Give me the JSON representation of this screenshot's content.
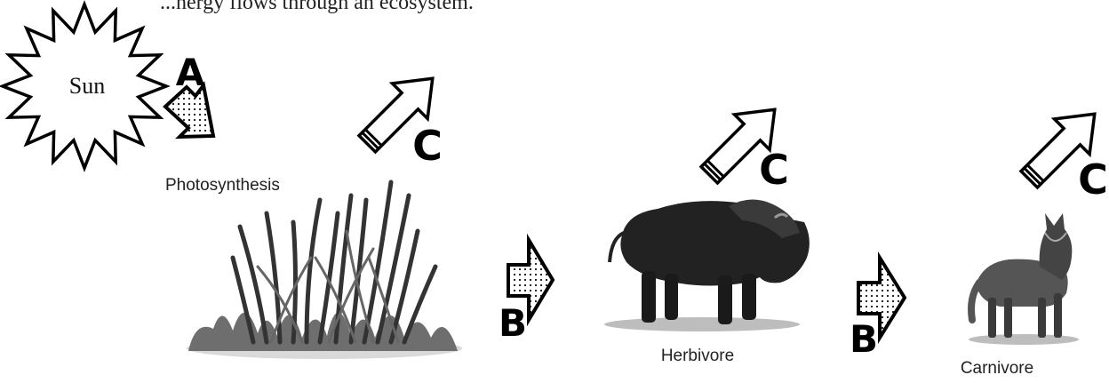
{
  "header": {
    "text": "...nergy flows through an ecosystem."
  },
  "labels": {
    "sun": "Sun",
    "photosynthesis": "Photosynthesis",
    "herbivore": "Herbivore",
    "carnivore": "Carnivore"
  },
  "arrow_letters": {
    "a": "A",
    "b1": "B",
    "b2": "B",
    "c1": "C",
    "c2": "C",
    "c3": "C"
  },
  "organisms": {
    "producer_icon": "grass-plant-icon",
    "herbivore_icon": "bison-icon",
    "carnivore_icon": "wolf-icon",
    "sun_icon": "sun-icon"
  }
}
